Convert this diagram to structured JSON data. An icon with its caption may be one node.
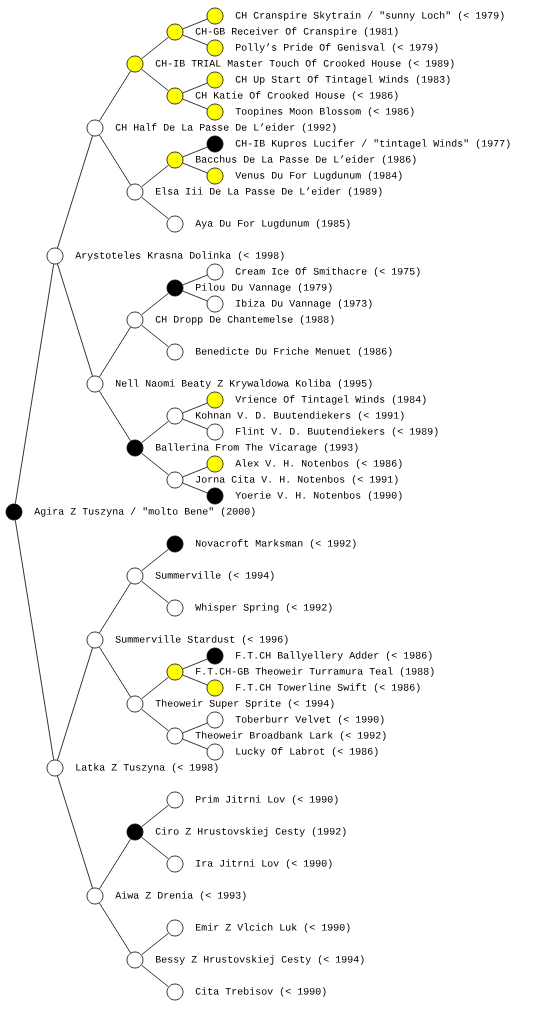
{
  "diagram": {
    "nodes": [
      {
        "text": [
          "CH Cranspire Skytrain / \"sunny Loch\" (< 1979)"
        ]
      },
      {
        "text": [
          "CH-GB Receiver Of Cranspire (1981)"
        ]
      },
      {
        "text": [
          "Polly’s Pride Of Genisval (< 1979)"
        ]
      },
      {
        "text": [
          "CH-IB TRIAL Master Touch Of Crooked House (< 1989)"
        ]
      },
      {
        "text": [
          "CH Up Start Of Tintagel Winds (1983)"
        ]
      },
      {
        "text": [
          "CH Katie Of Crooked House (< 1986)"
        ]
      },
      {
        "text": [
          "Toopines Moon Blossom (< 1986)"
        ]
      },
      {
        "text": [
          "CH Half De La Passe De L’eider (1992)"
        ]
      },
      {
        "text": [
          "CH-IB Kupros Lucifer / \"tintagel Winds\" (1977)"
        ]
      },
      {
        "text": [
          "Bacchus De La Passe De L’eider (1986)"
        ]
      },
      {
        "text": [
          "Venus Du For Lugdunum (1984)"
        ]
      },
      {
        "text": [
          "Elsa Iii De La Passe De L’eider (1989)"
        ]
      },
      {
        "text": [
          "Aya Du For Lugdunum (1985)"
        ]
      },
      {
        "text": [
          "Arystoteles Krasna Dolinka (< 1998)"
        ]
      },
      {
        "text": [
          "Cream Ice Of Smithacre (< 1975)"
        ]
      },
      {
        "text": [
          "Pilou Du Vannage (1979)"
        ]
      },
      {
        "text": [
          "Ibiza Du Vannage (1973)"
        ]
      },
      {
        "text": [
          "CH Dropp De Chantemelse (1988)"
        ]
      },
      {
        "text": [
          "Benedicte Du Friche Menuet (1986)"
        ]
      },
      {
        "text": [
          "Nell Naomi Beaty Z Krywaldowa Koliba (1995)"
        ]
      },
      {
        "text": [
          "Vrience Of Tintagel Winds (1984)"
        ]
      },
      {
        "text": [
          "Kohnan V. D. Buutendiekers (< 1991)"
        ]
      },
      {
        "text": [
          "Flint V. D. Buutendiekers (< 1989)"
        ]
      },
      {
        "text": [
          "Ballerina From The Vicarage (1993)"
        ]
      },
      {
        "text": [
          "Alex V. H. Notenbos (< 1986)"
        ]
      },
      {
        "text": [
          "Jorna Cita V. H. Notenbos (< 1991)"
        ]
      },
      {
        "text": [
          "Yoerie V. H. Notenbos (1990)"
        ]
      },
      {
        "text": [
          "Agira Z Tuszyna / \"molto Bene\" (2000)"
        ]
      },
      {
        "text": [
          "Novacroft Marksman (< 1992)"
        ]
      },
      {
        "text": [
          "Summerville (< 1994)"
        ]
      },
      {
        "text": [
          "Whisper Spring (< 1992)"
        ]
      },
      {
        "text": [
          "Summerville Stardust (< 1996)"
        ]
      },
      {
        "text": [
          "F.T.CH Ballyellery Adder (< 1986)"
        ]
      },
      {
        "text": [
          "F.T.CH-GB Theoweir Turramura Teal (1988)"
        ]
      },
      {
        "text": [
          "F.T.CH Towerline Swift (< 1986)"
        ]
      },
      {
        "text": [
          "Theoweir Super Sprite (< 1994)"
        ]
      },
      {
        "text": [
          "Toberburr Velvet (< 1990)"
        ]
      },
      {
        "text": [
          "Theoweir Broadbank Lark (< 1992)"
        ]
      },
      {
        "text": [
          "Lucky Of Labrot (< 1986)"
        ]
      },
      {
        "text": [
          "Latka Z Tuszyna (< 1998)"
        ]
      },
      {
        "text": [
          "Prim Jitrni Lov (< 1990)"
        ]
      },
      {
        "text": [
          "Ciro Z Hrustovskiej Cesty (1992)"
        ]
      },
      {
        "text": [
          "Ira Jitrni Lov (< 1990)"
        ]
      },
      {
        "text": [
          "Aiwa Z Drenia (< 1993)"
        ]
      },
      {
        "text": [
          "Emir Z Vlcich Luk (< 1990)"
        ]
      },
      {
        "text": [
          "Bessy Z Hrustovskiej Cesty (< 1994)"
        ]
      },
      {
        "text": [
          "Cita Trebisov (< 1990)"
        ]
      }
    ],
    "edges": [
      {
        "from": 27,
        "to": 13,
        "arrow": "none"
      },
      {
        "from": 27,
        "to": 39,
        "arrow": "none"
      },
      {
        "from": 13,
        "to": 7,
        "arrow": "none"
      },
      {
        "from": 13,
        "to": 19,
        "arrow": "none"
      },
      {
        "from": 7,
        "to": 3,
        "arrow": "none"
      },
      {
        "from": 7,
        "to": 11,
        "arrow": "none"
      },
      {
        "from": 3,
        "to": 1,
        "arrow": "none"
      },
      {
        "from": 3,
        "to": 5,
        "arrow": "none"
      },
      {
        "from": 1,
        "to": 0,
        "arrow": "none"
      },
      {
        "from": 1,
        "to": 2,
        "arrow": "none"
      },
      {
        "from": 5,
        "to": 4,
        "arrow": "none"
      },
      {
        "from": 5,
        "to": 6,
        "arrow": "none"
      },
      {
        "from": 11,
        "to": 9,
        "arrow": "none"
      },
      {
        "from": 11,
        "to": 12,
        "arrow": "none"
      },
      {
        "from": 9,
        "to": 8,
        "arrow": "none"
      },
      {
        "from": 9,
        "to": 10,
        "arrow": "none"
      },
      {
        "from": 19,
        "to": 17,
        "arrow": "none"
      },
      {
        "from": 19,
        "to": 23,
        "arrow": "none"
      },
      {
        "from": 17,
        "to": 15,
        "arrow": "none"
      },
      {
        "from": 17,
        "to": 18,
        "arrow": "none"
      },
      {
        "from": 15,
        "to": 14,
        "arrow": "none"
      },
      {
        "from": 15,
        "to": 16,
        "arrow": "none"
      },
      {
        "from": 23,
        "to": 21,
        "arrow": "none"
      },
      {
        "from": 23,
        "to": 25,
        "arrow": "none"
      },
      {
        "from": 21,
        "to": 20,
        "arrow": "none"
      },
      {
        "from": 21,
        "to": 22,
        "arrow": "none"
      },
      {
        "from": 25,
        "to": 24,
        "arrow": "none"
      },
      {
        "from": 25,
        "to": 26,
        "arrow": "none"
      },
      {
        "from": 39,
        "to": 31,
        "arrow": "none"
      },
      {
        "from": 39,
        "to": 43,
        "arrow": "none"
      },
      {
        "from": 31,
        "to": 29,
        "arrow": "none"
      },
      {
        "from": 31,
        "to": 35,
        "arrow": "none"
      },
      {
        "from": 29,
        "to": 28,
        "arrow": "none"
      },
      {
        "from": 29,
        "to": 30,
        "arrow": "none"
      },
      {
        "from": 35,
        "to": 33,
        "arrow": "none"
      },
      {
        "from": 35,
        "to": 37,
        "arrow": "none"
      },
      {
        "from": 33,
        "to": 32,
        "arrow": "none"
      },
      {
        "from": 33,
        "to": 34,
        "arrow": "none"
      },
      {
        "from": 37,
        "to": 36,
        "arrow": "none"
      },
      {
        "from": 37,
        "to": 38,
        "arrow": "none"
      },
      {
        "from": 43,
        "to": 41,
        "arrow": "none"
      },
      {
        "from": 43,
        "to": 45,
        "arrow": "none"
      },
      {
        "from": 41,
        "to": 40,
        "arrow": "none"
      },
      {
        "from": 41,
        "to": 42,
        "arrow": "none"
      },
      {
        "from": 45,
        "to": 44,
        "arrow": "none"
      },
      {
        "from": 45,
        "to": 46,
        "arrow": "none"
      }
    ]
  }
}
